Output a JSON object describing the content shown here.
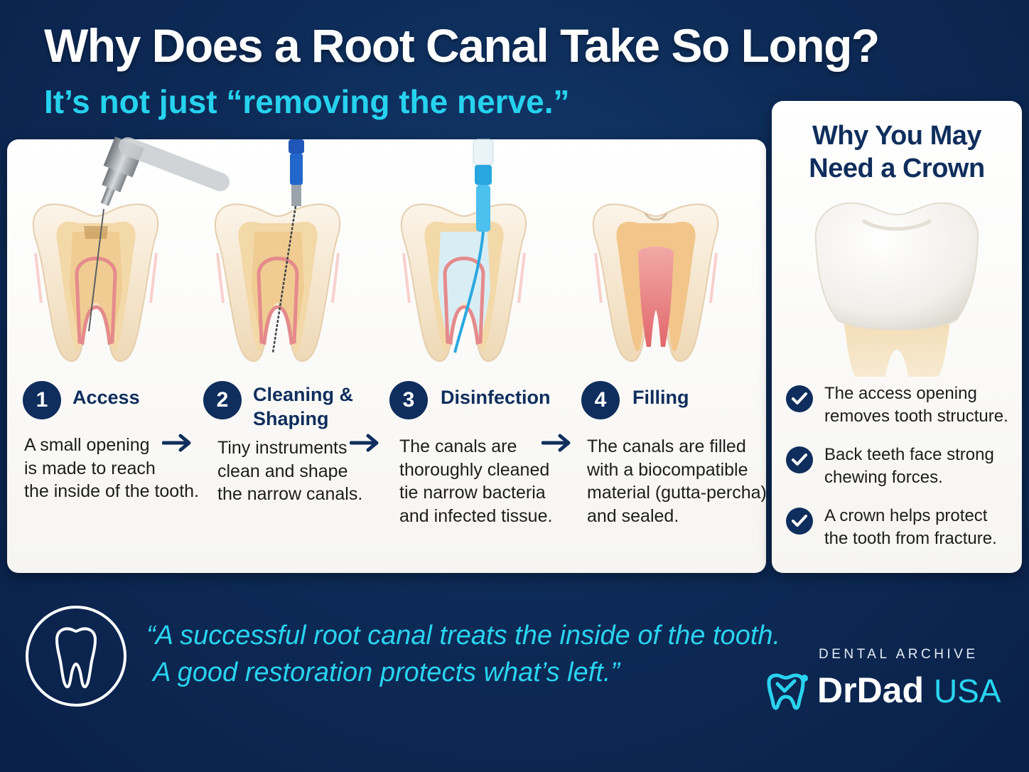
{
  "header": {
    "title": "Why Does a Root Canal Take So Long?",
    "subtitle": "It’s not just “removing the nerve.”"
  },
  "steps": [
    {
      "number": "1",
      "title_lines": [
        "Access"
      ],
      "desc_lines": [
        "A small opening",
        "is made to reach",
        "the inside of the tooth."
      ],
      "tool": "dental-drill-icon"
    },
    {
      "number": "2",
      "title_lines": [
        "Cleaning &",
        "Shaping"
      ],
      "desc_lines": [
        "Tiny instruments",
        "clean and shape",
        "the narrow canals."
      ],
      "tool": "endodontic-file-icon"
    },
    {
      "number": "3",
      "title_lines": [
        "Disinfection"
      ],
      "desc_lines": [
        "The canals are",
        "thoroughly cleaned",
        "tie narrow bacteria",
        "and infected tissue."
      ],
      "tool": "irrigation-syringe-icon"
    },
    {
      "number": "4",
      "title_lines": [
        "Filling"
      ],
      "desc_lines": [
        "The canals are filled",
        "with a biocompatible",
        "material (gutta-percha)",
        "and sealed."
      ],
      "tool": "filled-tooth-icon"
    }
  ],
  "crown_panel": {
    "title_lines": [
      "Why You May",
      "Need a Crown"
    ],
    "items": [
      {
        "lines": [
          "The access opening",
          "removes tooth structure."
        ]
      },
      {
        "lines": [
          "Back teeth face strong",
          "chewing forces."
        ]
      },
      {
        "lines": [
          "A crown helps protect",
          "the tooth from fracture."
        ]
      }
    ]
  },
  "quote": {
    "lines": [
      "“A successful root canal treats the inside of the tooth.",
      " A good restoration protects what’s left.”"
    ]
  },
  "brand": {
    "archive_label": "DENTAL ARCHIVE",
    "name": "DrDad",
    "suffix": "USA"
  },
  "colors": {
    "navy": "#0f2e5d",
    "background": "#0d2b57",
    "accent_cyan": "#26d2ee",
    "pulp_red": "#e9787a",
    "tooth_cream": "#f4dcb6"
  }
}
